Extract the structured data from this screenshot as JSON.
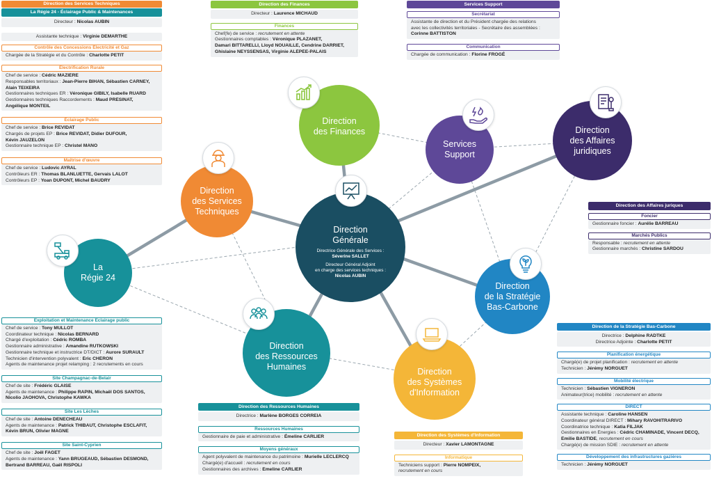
{
  "colors": {
    "teal": "#17919a",
    "green": "#8cc63f",
    "orange": "#f08a34",
    "purple": "#5e4898",
    "navy": "#1a4e62",
    "darkpurple": "#3c2c6b",
    "blue": "#2186c4",
    "yellow": "#f4b638",
    "line": "#8d9ba5"
  },
  "nodes": {
    "finances": {
      "label": "Direction\ndes Finances",
      "icon": "chart-growth-icon"
    },
    "support": {
      "label": "Services\nSupport",
      "icon": "hand-energy-icon"
    },
    "juridiques": {
      "label": "Direction\ndes Affaires\njuridiques",
      "icon": "legal-document-icon"
    },
    "techniques": {
      "label": "Direction\ndes Services\nTechniques",
      "icon": "engineer-icon"
    },
    "generale": {
      "label": "Direction\nGénérale",
      "icon": "presentation-board-icon",
      "dgs_role": "Directrice Générale des Services :",
      "dgs_name": "Séverine SALLET",
      "dga_role": "Directeur Général Adjoint\nen charge des services techniques :",
      "dga_name": "Nicolas AUBIN"
    },
    "regie": {
      "label": "La\nRégie 24",
      "icon": "aerial-lift-truck-icon"
    },
    "strategie": {
      "label": "Direction\nde la Stratégie\nBas-Carbone",
      "icon": "lightbulb-leaf-icon"
    },
    "rh": {
      "label": "Direction\ndes Ressources\nHumaines",
      "icon": "people-group-icon"
    },
    "si": {
      "label": "Direction\ndes Systèmes\nd'Information",
      "icon": "laptop-icon"
    }
  },
  "boxes": {
    "techniques": {
      "title": "Direction des Services Techniques",
      "regie_title": "La Régie 24 - Éclairage Public & Maintenances",
      "directeur_label": "Directeur : ",
      "directeur": "Nicolas AUBIN",
      "assistante_label": "Assistante technique : ",
      "assistante": "Virginie DEMARTHE",
      "controle": {
        "title": "Contrôle des Concessions Électricité et Gaz",
        "role": "Chargée de la Stratégie et du Contrôle : ",
        "name": "Charlotte PETIT"
      },
      "elec": {
        "title": "Électrification Rurale",
        "l1r": "Chef de service : ",
        "l1n": "Cédric MAZIÈRE",
        "l2r": "Responsables territoriaux : ",
        "l2n": "Jean-Pierre BIHAN, Sébastien CARNEY,",
        "l3n": "Alain TEIXEIRA",
        "l4r": "Gestionnaires techniques ER : ",
        "l4n": "Véronique GIBILY, Isabelle RUARD",
        "l5r": "Gestionnaires techniques Raccordements : ",
        "l5n": "Maud PRÉSINAT,",
        "l6n": "Angélique MONTEIL"
      },
      "eclairage": {
        "title": "Éclairage Public",
        "l1r": "Chef de service : ",
        "l1n": "Brice REVIDAT",
        "l2r": "Chargés de projets EP : ",
        "l2n": "Brice REVIDAT, Didier DUFOUR,",
        "l3n": "Kévin JAUZELON",
        "l4r": "Gestionnaire technique EP : ",
        "l4n": "Christel MANO"
      },
      "moe": {
        "title": "Maîtrise d'œuvre",
        "l1r": "Chef de service : ",
        "l1n": "Ludovic AYRAL",
        "l2r": "Contrôleurs ER : ",
        "l2n": "Thomas BLANLUETTE, Gervais LALOT",
        "l3r": "Contrôleurs EP : ",
        "l3n": "Yoan DUPONT, Michel BAUDRY"
      }
    },
    "finances": {
      "title": "Direction des Finances",
      "dir_label": "Directeur : ",
      "dir": "Laurence MICHAUD",
      "sub": "Finances",
      "l1r": "Chef(fe) de service : ",
      "l1i": "recrutement en attente",
      "l2r": "Gestionnaires comptables : ",
      "l2n": "Véronique PLAZANET,",
      "l3n": "Damari BITTARELLI, Lloyd NOUAILLE, Cendrine DARRIET,",
      "l4n": "Ghislaine NEYSSENSAS, Virginie ALÉPÉE-PALAIS"
    },
    "support": {
      "title": "Services Support",
      "sec": "Secrétariat",
      "s1": "Assistante de direction et du Président chargée des relations",
      "s2": "avec les collectivités territoriales - Secrétaire des assemblées :",
      "s3": "Corinne BATTISTON",
      "com": "Communication",
      "c1r": "Chargée de communication : ",
      "c1n": "Florine FROGÉ"
    },
    "juridiques": {
      "title": "Direction des Affaires juriques",
      "foncier": "Foncier",
      "f1r": "Gestionnaire foncier : ",
      "f1n": "Aurélie BARREAU",
      "marches": "Marchés Publics",
      "m1r": "Responsable : ",
      "m1i": "recrutement en attente",
      "m2r": "Gestionnaire marchés : ",
      "m2n": "Christine SARDOU"
    },
    "exploitation": {
      "title": "Exploitation et Maintenance Eclairage public",
      "l1r": "Chef de service : ",
      "l1n": "Tony MULLOT",
      "l2r": "Coordinateur technique : ",
      "l2n": "Nicolas BERNARD",
      "l3r": "Chargé d'exploitation : ",
      "l3n": "Cédric ROMBA",
      "l4r": "Gestionnaire administrative : ",
      "l4n": "Amandine RUTKOWSKI",
      "l5r": "Gestionnaire technique et instructrice DT/DICT : ",
      "l5n": "Aurore SURAULT",
      "l6r": "Technicien d'intervention polyvalent : ",
      "l6n": "Éric CHÉRON",
      "l7r": "Agents de maintenance projet relamping : 2 recrutements en cours"
    },
    "champagnac": {
      "title": "Site Champagnac-de-Belair",
      "l1r": "Chef de site : ",
      "l1n": "Frédéric GLAISE",
      "l2r": "Agents de maintenance : ",
      "l2n": "Philippe RAPIN, Michaël DOS SANTOS,",
      "l3n": "Nicolio JAOHOVA, Christophe KAWKA"
    },
    "leches": {
      "title": "Site Les Lèches",
      "l1r": "Chef de site : ",
      "l1n": "Antoine DENECHEAU",
      "l2r": "Agents de maintenance : ",
      "l2n": "Patrick THIBAUT, Christophe ESCLAFIT,",
      "l3n": "Kévin BRUN, Olivier MAGNE"
    },
    "cyprien": {
      "title": "Site Saint-Cyprien",
      "l1r": "Chef de site : ",
      "l1n": "Joël FAGET",
      "l2r": "Agents de maintenance : ",
      "l2n": "Yann BRUGEAUD, Sébastien DESMOND,",
      "l3n": "Bertrand BARREAU, Gaël RISPOLI"
    },
    "rh": {
      "title": "Direction des Ressources Humaines",
      "dir_label": "Directrice : ",
      "dir": "Marlène BORGES CORREIA",
      "sub1": "Ressources Humaines",
      "a1r": "Gestionnaire de paie et administrative : ",
      "a1n": "Émeline CARLIER",
      "sub2": "Moyens généraux",
      "b1r": "Agent polyvalent de maintenance du patrimoine : ",
      "b1n": "Murielle LECLERCQ",
      "b2r": "Chargé(e) d'accueil : ",
      "b2i": "recrutement en cours",
      "b3r": "Gestionnaires des archives : ",
      "b3n": "Émeline CARLIER"
    },
    "si": {
      "title": "Direction des Systèmes d'Information",
      "dir_label": "Directeur : ",
      "dir": "Xavier LAMONTAGNE",
      "sub": "Informatique",
      "l1r": "Techniciens support : ",
      "l1n": "Pierre NOMPEIX,",
      "l2i": "recrutement en cours"
    },
    "strategie": {
      "title": "Direction de la Stratégie Bas-Carbone",
      "d1r": "Directrice : ",
      "d1n": "Delphine RADTKE",
      "d2r": "Directrice Adjointe : ",
      "d2n": "Charlotte PETIT",
      "planif": "Planification énergétique",
      "p1r": "Chargé(e) de projet planification : ",
      "p1i": "recrutement en attente",
      "p2r": "Technicien : ",
      "p2n": "Jérémy NORGUET",
      "mob": "Mobilité électrique",
      "m1r": "Technicien : ",
      "m1n": "Sébastien VIGNERON",
      "m2r": "Animateur(trice) mobilité : ",
      "m2i": "recrutement en attente",
      "direct": "DIRECT",
      "x1r": "Assistante technique : ",
      "x1n": "Caroline HANSEN",
      "x2r": "Coordinateur général DIRECT : ",
      "x2n": "Mihary RAVOHITRARIVO",
      "x3r": "Coordinatrice technique : ",
      "x3n": "Katia FILJAK",
      "x4r": "Gestionnaires en Énergies : ",
      "x4n": "Cédric CHAMINADE, Vincent DECQ,",
      "x5n": "Émilie BASTIDE",
      "x5i": ", recrutement en cours",
      "x6r": "Chargé(e) de mission SDIE : ",
      "x6i": "recrutement en attente",
      "gaz": "Développement des infrastructures gazières",
      "g1r": "Technicien : ",
      "g1n": "Jérémy NORGUET"
    }
  }
}
